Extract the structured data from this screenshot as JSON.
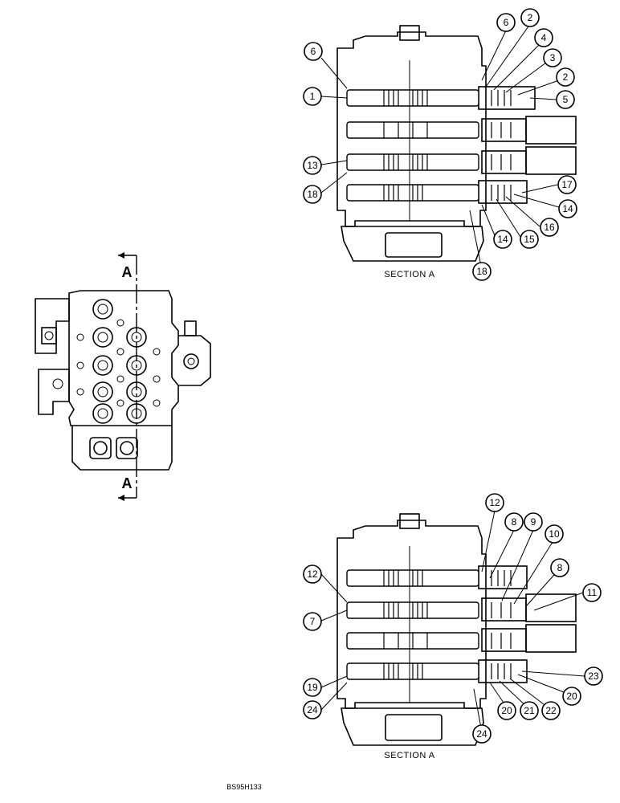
{
  "diagram": {
    "figure_code": "BS95H133",
    "section_caption": "SECTION A",
    "section_marker_letter": "A",
    "top_section": {
      "callouts": [
        "6",
        "2",
        "4",
        "3",
        "2",
        "5",
        "6",
        "1",
        "13",
        "18",
        "17",
        "14",
        "16",
        "15",
        "14",
        "18"
      ]
    },
    "bottom_section": {
      "callouts": [
        "12",
        "8",
        "9",
        "10",
        "8",
        "11",
        "12",
        "7",
        "23",
        "20",
        "22",
        "21",
        "20",
        "24",
        "19",
        "24"
      ]
    }
  }
}
